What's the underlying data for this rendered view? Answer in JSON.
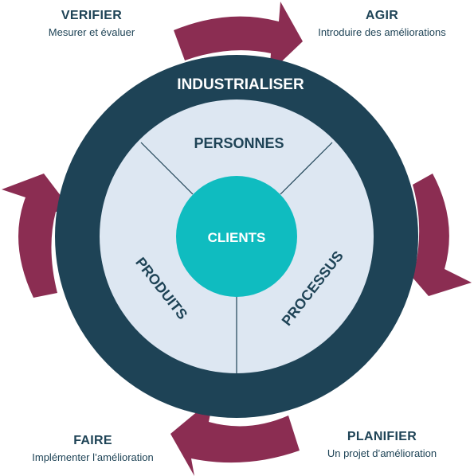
{
  "colors": {
    "outer_ring": "#1e4356",
    "inner_disc": "#dde7f2",
    "center": "#0fbcc0",
    "arrow": "#8b2d52",
    "text_dark": "#1e4356",
    "text_light": "#ffffff"
  },
  "ring_label": "INDUSTRIALISER",
  "center_label": "CLIENTS",
  "segments": {
    "top": "PERSONNES",
    "left": "PRODUITS",
    "right": "PROCESSUS"
  },
  "phases": {
    "verifier": {
      "title": "VERIFIER",
      "subtitle": "Mesurer et évaluer"
    },
    "agir": {
      "title": "AGIR",
      "subtitle": "Introduire des améliorations"
    },
    "faire": {
      "title": "FAIRE",
      "subtitle": "Implémenter l’amélioration"
    },
    "planifier": {
      "title": "PLANIFIER",
      "subtitle": "Un projet d’amélioration"
    }
  }
}
